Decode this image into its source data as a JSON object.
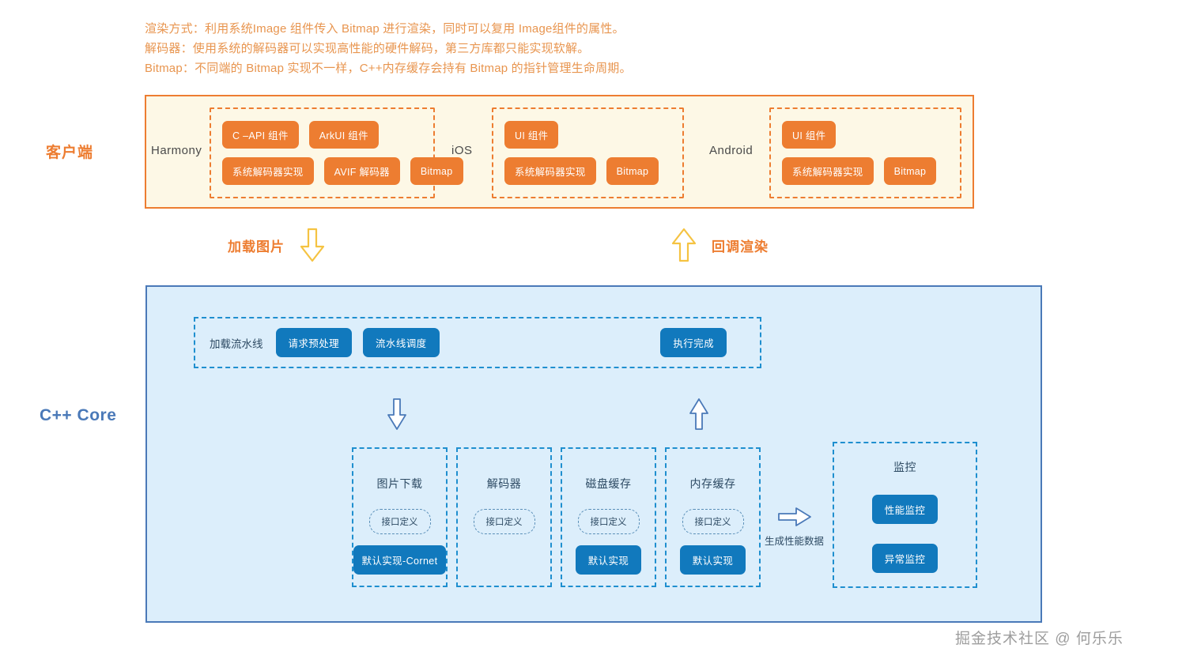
{
  "notes": [
    "渲染方式：利用系统Image 组件传入 Bitmap 进行渲染，同时可以复用 Image组件的属性。",
    "解码器：使用系统的解码器可以实现高性能的硬件解码，第三方库都只能实现软解。",
    "Bitmap：不同端的 Bitmap 实现不一样，C++内存缓存会持有 Bitmap 的指针管理生命周期。"
  ],
  "client": {
    "label": "客户端",
    "platforms": [
      {
        "name": "Harmony",
        "rows": [
          [
            "C –API 组件",
            "ArkUI 组件"
          ],
          [
            "系统解码器实现",
            "AVIF 解码器",
            "Bitmap"
          ]
        ]
      },
      {
        "name": "iOS",
        "rows": [
          [
            "UI 组件"
          ],
          [
            "系统解码器实现",
            "Bitmap"
          ]
        ]
      },
      {
        "name": "Android",
        "rows": [
          [
            "UI 组件"
          ],
          [
            "系统解码器实现",
            "Bitmap"
          ]
        ]
      }
    ]
  },
  "flows": {
    "load": "加载图片",
    "render": "回调渲染"
  },
  "core": {
    "label": "C++ Core",
    "pipeline": {
      "label": "加载流水线",
      "steps": [
        "请求预处理",
        "流水线调度"
      ],
      "end": "执行完成"
    },
    "modules": [
      {
        "title": "图片下载",
        "interface": "接口定义",
        "impl": "默认实现-Cornet"
      },
      {
        "title": "解码器",
        "interface": "接口定义",
        "impl": ""
      },
      {
        "title": "磁盘缓存",
        "interface": "接口定义",
        "impl": "默认实现"
      },
      {
        "title": "内存缓存",
        "interface": "接口定义",
        "impl": "默认实现"
      }
    ],
    "gen_data_label": "生成性能数据",
    "monitor": {
      "title": "监控",
      "items": [
        "性能监控",
        "异常监控"
      ]
    }
  },
  "watermark": "掘金技术社区 @ 何乐乐",
  "colors": {
    "orange": "#ed7d31",
    "orange_bg": "#fdf8e6",
    "blue": "#1179bd",
    "blue_bg": "#dceefb",
    "blue_border": "#4a79b8",
    "dashed_blue": "#1f8fcf",
    "arrow_gold": "#f5c342"
  }
}
